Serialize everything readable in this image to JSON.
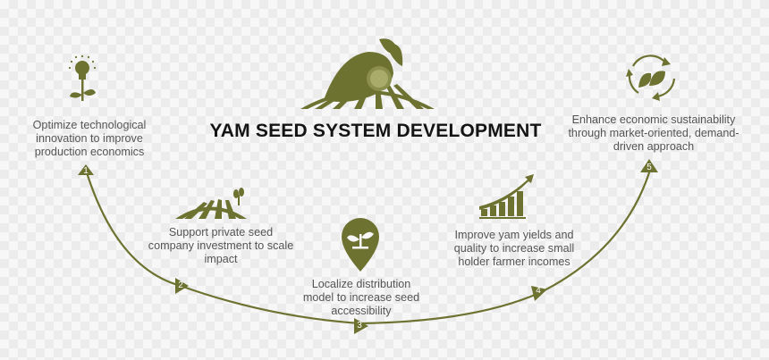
{
  "title": "YAM SEED SYSTEM DEVELOPMENT",
  "colors": {
    "accent": "#6d7230",
    "text": "#555555",
    "title": "#141414"
  },
  "steps": [
    {
      "number": "1",
      "text": "Optimize technological innovation to improve production economics",
      "icon": "lightbulb-plant-icon"
    },
    {
      "number": "2",
      "text": "Support private seed company investment to scale impact",
      "icon": "field-sprout-icon"
    },
    {
      "number": "3",
      "text": "Localize distribution model to increase seed accessibility",
      "icon": "location-pin-seedling-icon"
    },
    {
      "number": "4",
      "text": "Improve yam yields and quality to increase small holder farmer incomes",
      "icon": "growth-chart-icon"
    },
    {
      "number": "5",
      "text": "Enhance economic sustainability through market-oriented, demand-driven approach",
      "icon": "recycle-leaves-icon"
    }
  ],
  "hero_icon": "yam-field-icon"
}
